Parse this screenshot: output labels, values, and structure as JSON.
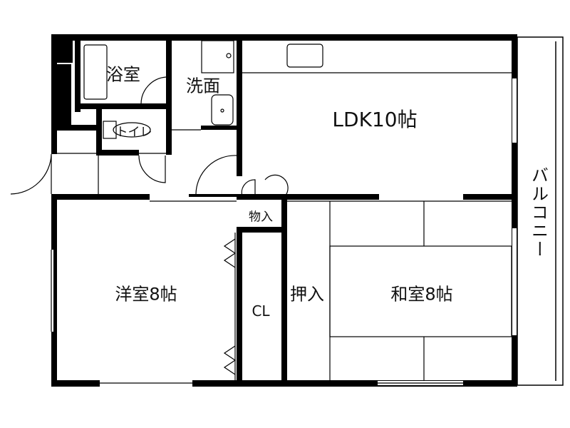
{
  "rooms": {
    "bath": "浴室",
    "washroom": "洗面",
    "toilet": "トイレ",
    "ldk": "LDK10帖",
    "storage": "物入",
    "western_room": "洋室8帖",
    "closet": "CL",
    "oshiire": "押入",
    "japanese_room": "和室8帖",
    "balcony": "バルコニー"
  }
}
